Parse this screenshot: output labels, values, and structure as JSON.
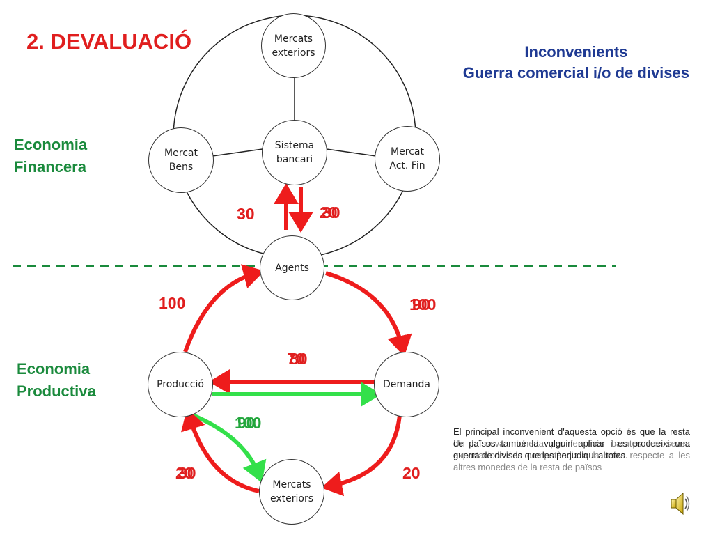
{
  "title": "2. DEVALUACIÓ",
  "inconvenients": {
    "line1": "Inconvenients",
    "line2": "Guerra comercial i/o de divises"
  },
  "sections": {
    "financera": [
      "Economia",
      "Financera"
    ],
    "productiva": [
      "Economia",
      "Productiva"
    ]
  },
  "nodes": {
    "mercats_exteriors_top": [
      "Mercats",
      "exteriors"
    ],
    "mercat_bens": [
      "Mercat",
      "Bens"
    ],
    "sistema_bancari": [
      "Sistema",
      "bancari"
    ],
    "mercat_act_fin": [
      "Mercat",
      "Act. Fin"
    ],
    "agents": "Agents",
    "produccio": "Producció",
    "demanda": "Demanda",
    "mercats_exteriors_bottom": [
      "Mercats",
      "exteriors"
    ]
  },
  "flow_values": {
    "agents_to_banc": "30",
    "banc_to_agents": [
      "20",
      "30"
    ],
    "produccio_to_agents": "100",
    "agents_to_demanda": [
      "100",
      "90"
    ],
    "demanda_to_produccio": [
      "70",
      "80"
    ],
    "produccio_to_exteriors_green": [
      "100",
      "90"
    ],
    "exteriors_to_produccio": [
      "20",
      "30"
    ],
    "demanda_to_exteriors": "20"
  },
  "note": {
    "visible_text": "El principal inconvenient d'aquesta opció és que la resta de països també la vulguin aplicar i es produeixi una guerra de divises que les perjudiqui a totes.",
    "overlapping_layer": "Un la seva moneda per fer més barates les seves exportacions i la competència a la baixa respecte a les altres monedes de la resta de països"
  },
  "icons": {
    "speaker": "speaker-icon"
  },
  "colors": {
    "title_red": "#e01e1e",
    "section_green": "#1a8a3c",
    "inconv_blue": "#1f3a93",
    "arrow_red": "#ee1c1c",
    "arrow_green": "#33e04a",
    "dashed_green": "#1a8a3c"
  }
}
